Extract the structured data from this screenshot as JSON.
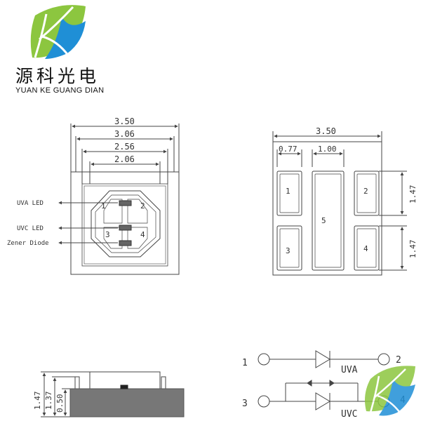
{
  "brand": {
    "logo_icon": "leaf-k-logo-icon",
    "name_cn": "源科光电",
    "name_en": "YUAN KE GUANG DIAN",
    "colors": {
      "green": "#8cc63f",
      "blue": "#1f8fd6",
      "dark_green": "#2e9b47"
    }
  },
  "top_view": {
    "dimensions": [
      "3.50",
      "3.06",
      "2.56",
      "2.06"
    ],
    "chip_labels": [
      "1",
      "2",
      "3",
      "4"
    ],
    "callouts": [
      "UVA LED",
      "UVC LED",
      "Zener Diode"
    ]
  },
  "bottom_view": {
    "width_dim": "3.50",
    "pad_widths": [
      "0.77",
      "1.00"
    ],
    "pad_heights": [
      "1.47",
      "1.47"
    ],
    "pad_labels": [
      "1",
      "2",
      "3",
      "4",
      "5"
    ]
  },
  "side_view": {
    "heights": [
      "1.47",
      "1.37",
      "0.50"
    ]
  },
  "circuit": {
    "pin_labels": [
      "1",
      "2",
      "3",
      "4"
    ],
    "diode_labels": [
      "UVA",
      "UVC"
    ]
  }
}
